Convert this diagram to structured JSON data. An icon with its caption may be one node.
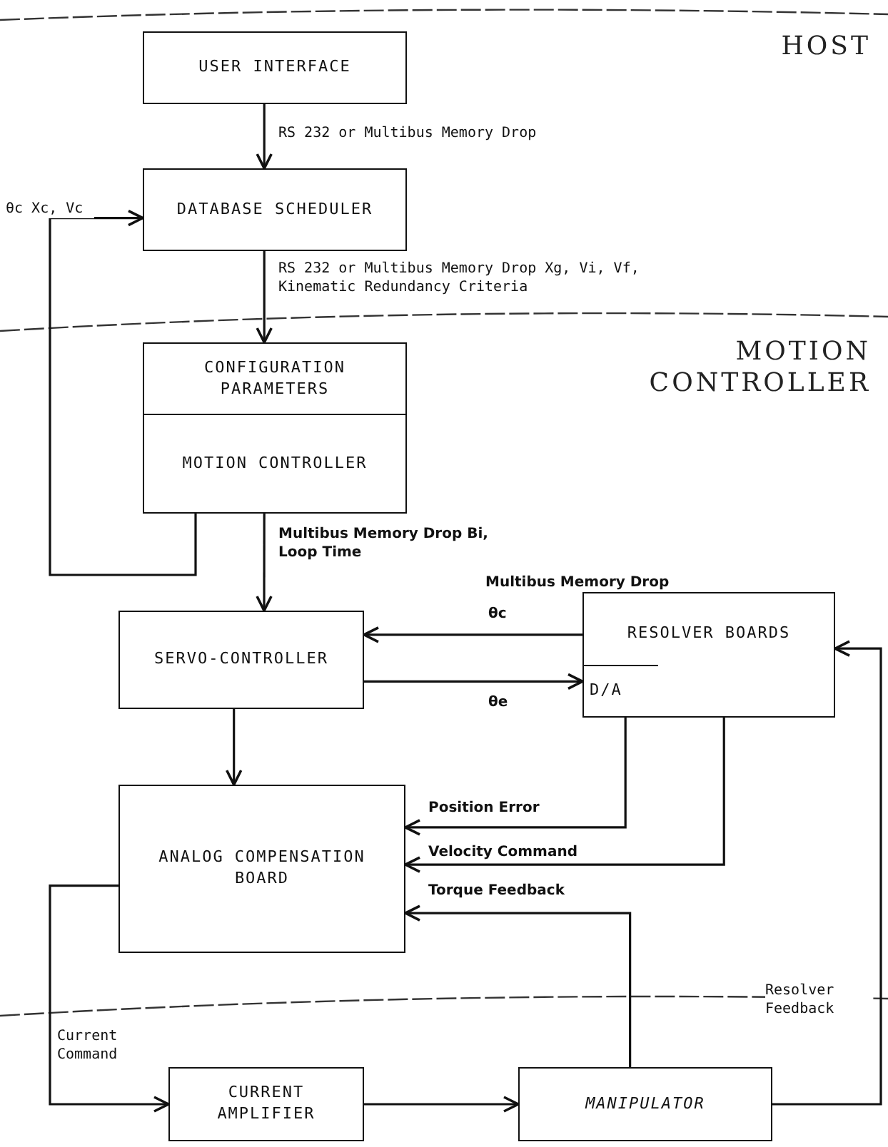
{
  "diagram": {
    "nodes": [
      {
        "text": [
          "USER INTERFACE"
        ]
      },
      {
        "text": [
          "DATABASE SCHEDULER"
        ]
      },
      {
        "text": [
          "CONFIGURATION PARAMETERS",
          "MOTION CONTROLLER"
        ]
      },
      {
        "text": [
          "SERVO-CONTROLLER"
        ]
      },
      {
        "text": [
          "RESOLVER BOARDS",
          "D/A"
        ]
      },
      {
        "text": [
          "ANALOG COMPENSATION BOARD"
        ]
      },
      {
        "text": [
          "CURRENT AMPLIFIER"
        ]
      },
      {
        "text": [
          "MANIPULATOR"
        ]
      }
    ],
    "edges": [
      {
        "from": 0,
        "to": 1,
        "arrow": "to",
        "label": "RS 232 or Multibus Memory Drop"
      },
      {
        "from": 1,
        "to": 2,
        "arrow": "to",
        "label": "RS 232 or Multibus Memory Drop Xg, Vi, Vf, Kinematic Redundancy Criteria"
      },
      {
        "from": 2,
        "to": 1,
        "arrow": "to",
        "label": "θc Xc, Vc"
      },
      {
        "from": 2,
        "to": 3,
        "arrow": "to",
        "label": "Multibus Memory Drop Bi, Loop Time"
      },
      {
        "from": 4,
        "to": 3,
        "arrow": "to",
        "label": "θc"
      },
      {
        "from": 3,
        "to": 4,
        "arrow": "to",
        "label": "θe"
      },
      {
        "from": 3,
        "to": 5,
        "arrow": "to"
      },
      {
        "from": 4,
        "to": 5,
        "arrow": "to",
        "label": "Position Error"
      },
      {
        "from": 4,
        "to": 5,
        "arrow": "to",
        "label": "Velocity Command"
      },
      {
        "from": 7,
        "to": 5,
        "arrow": "to",
        "label": "Torque Feedback"
      },
      {
        "from": 5,
        "to": 6,
        "arrow": "to",
        "label": "Current Command"
      },
      {
        "from": 6,
        "to": 7,
        "arrow": "to"
      },
      {
        "from": 7,
        "to": 4,
        "arrow": "to",
        "label": "Resolver Feedback"
      }
    ],
    "labels": [
      "HOST",
      "MOTION CONTROLLER",
      "Multibus Memory Drop"
    ]
  }
}
